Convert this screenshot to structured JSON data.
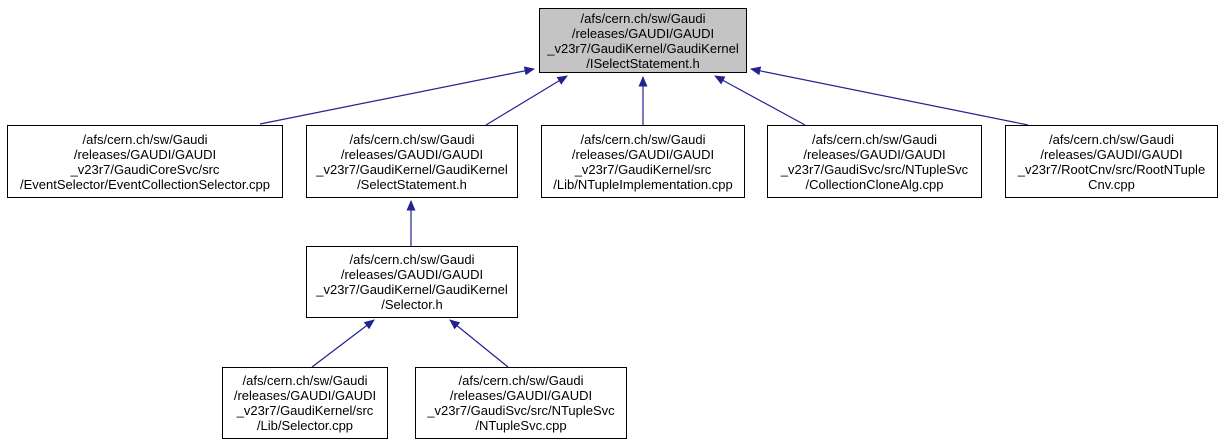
{
  "diagram": {
    "type": "doxygen-included-by-dependency-graph",
    "colors": {
      "edge": "#222291",
      "node_fill": "#ffffff",
      "node_border": "#000000",
      "root_fill": "#c4c4c4"
    },
    "nodes": {
      "iselect_statement_h": {
        "role": "root",
        "label": "/afs/cern.ch/sw/Gaudi\n/releases/GAUDI/GAUDI\n_v23r7/GaudiKernel/GaudiKernel\n/ISelectStatement.h"
      },
      "event_collection_selector_cpp": {
        "label": "/afs/cern.ch/sw/Gaudi\n/releases/GAUDI/GAUDI\n_v23r7/GaudiCoreSvc/src\n/EventSelector/EventCollectionSelector.cpp"
      },
      "select_statement_h": {
        "label": "/afs/cern.ch/sw/Gaudi\n/releases/GAUDI/GAUDI\n_v23r7/GaudiKernel/GaudiKernel\n/SelectStatement.h"
      },
      "ntuple_implementation_cpp": {
        "label": "/afs/cern.ch/sw/Gaudi\n/releases/GAUDI/GAUDI\n_v23r7/GaudiKernel/src\n/Lib/NTupleImplementation.cpp"
      },
      "collection_clone_alg_cpp": {
        "label": "/afs/cern.ch/sw/Gaudi\n/releases/GAUDI/GAUDI\n_v23r7/GaudiSvc/src/NTupleSvc\n/CollectionCloneAlg.cpp"
      },
      "root_ntuple_cnv_cpp": {
        "label": "/afs/cern.ch/sw/Gaudi\n/releases/GAUDI/GAUDI\n_v23r7/RootCnv/src/RootNTuple\nCnv.cpp"
      },
      "selector_h": {
        "label": "/afs/cern.ch/sw/Gaudi\n/releases/GAUDI/GAUDI\n_v23r7/GaudiKernel/GaudiKernel\n/Selector.h"
      },
      "selector_cpp": {
        "label": "/afs/cern.ch/sw/Gaudi\n/releases/GAUDI/GAUDI\n_v23r7/GaudiKernel/src\n/Lib/Selector.cpp"
      },
      "ntuple_svc_cpp": {
        "label": "/afs/cern.ch/sw/Gaudi\n/releases/GAUDI/GAUDI\n_v23r7/GaudiSvc/src/NTupleSvc\n/NTupleSvc.cpp"
      }
    },
    "edges": [
      {
        "from": "event_collection_selector_cpp",
        "to": "iselect_statement_h"
      },
      {
        "from": "select_statement_h",
        "to": "iselect_statement_h"
      },
      {
        "from": "ntuple_implementation_cpp",
        "to": "iselect_statement_h"
      },
      {
        "from": "collection_clone_alg_cpp",
        "to": "iselect_statement_h"
      },
      {
        "from": "root_ntuple_cnv_cpp",
        "to": "iselect_statement_h"
      },
      {
        "from": "selector_h",
        "to": "select_statement_h"
      },
      {
        "from": "selector_cpp",
        "to": "selector_h"
      },
      {
        "from": "ntuple_svc_cpp",
        "to": "selector_h"
      }
    ]
  }
}
